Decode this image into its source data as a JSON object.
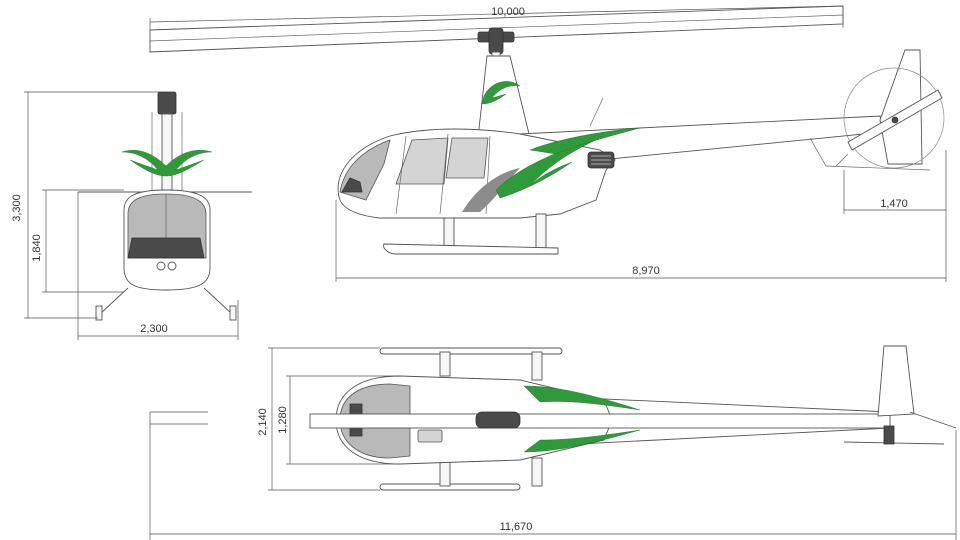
{
  "dimensions": {
    "rotor_diameter": "10,000",
    "height": "3,300",
    "cabin_height": "1,840",
    "skid_width": "2,300",
    "fuselage_length": "8,970",
    "tail_rotor_diameter": "1,470",
    "skid_length": "2,140",
    "cabin_width": "1,280",
    "overall_length": "11,670"
  },
  "colors": {
    "accent_green": "#2e9a3a",
    "glass": "#b9b9b9",
    "outline": "#555555"
  }
}
